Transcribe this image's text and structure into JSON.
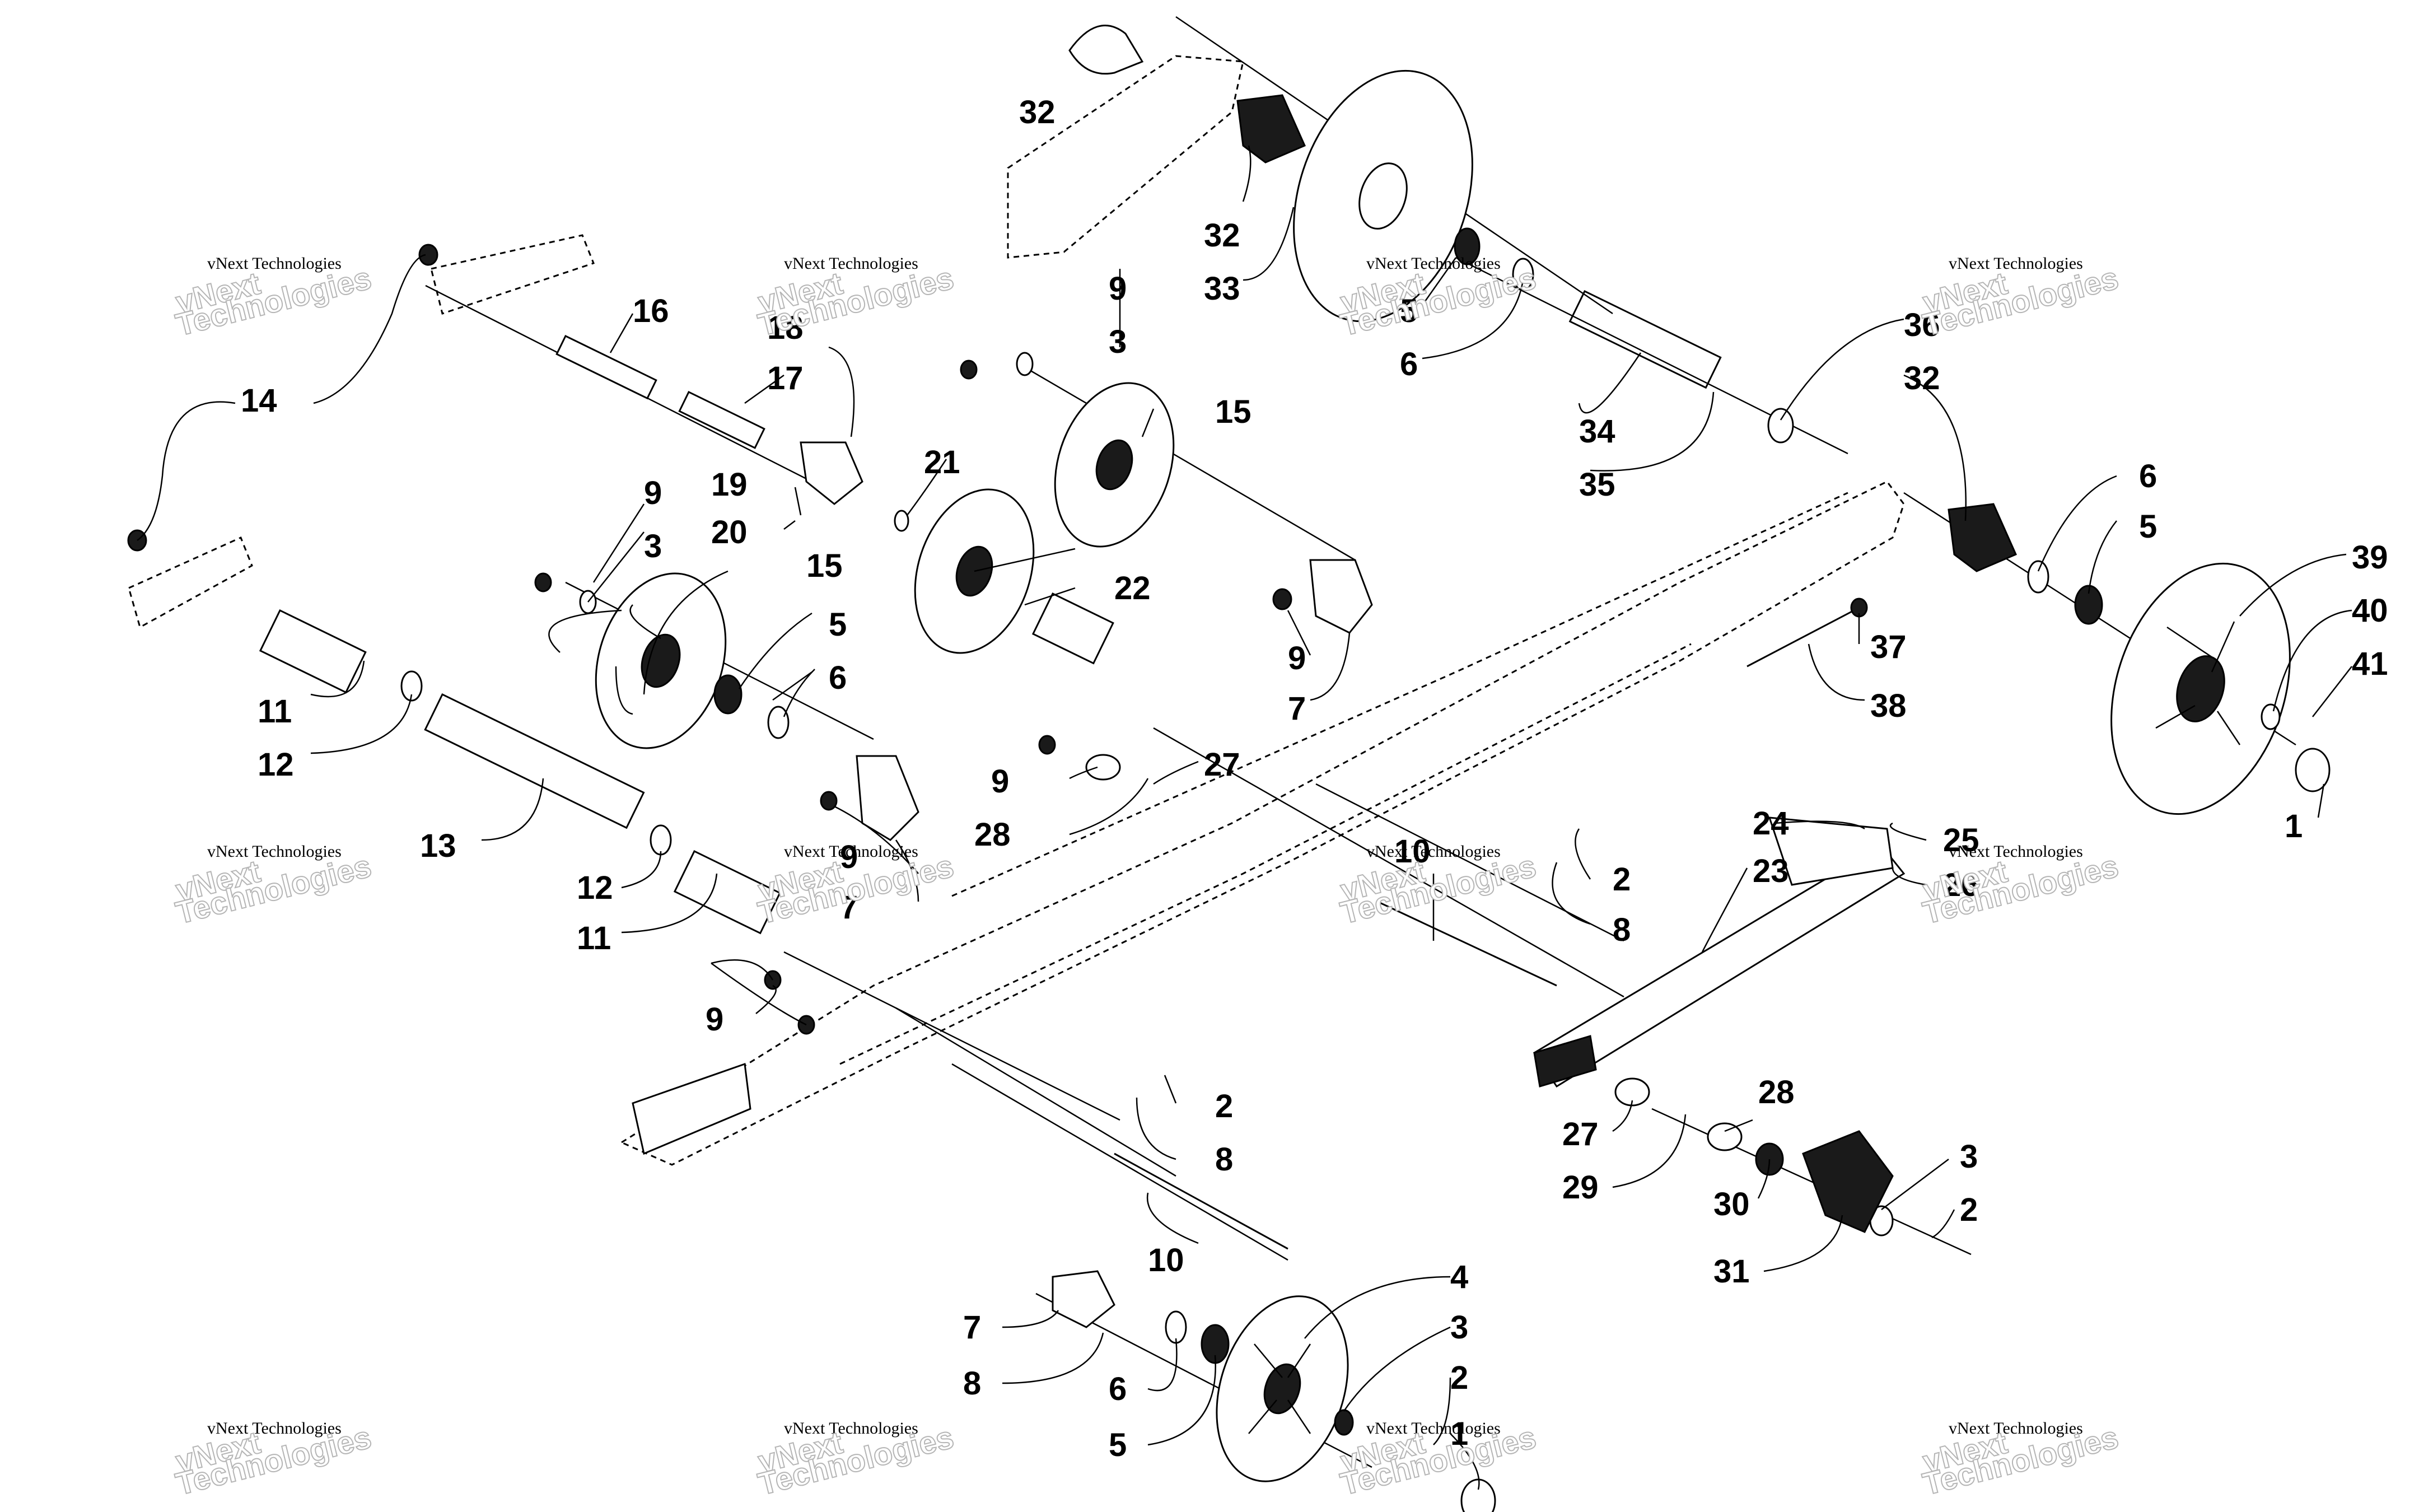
{
  "watermark": {
    "line1": "vNext Technologies",
    "line2a": "vNext",
    "line2b": "Technologies"
  },
  "callouts": [
    "32",
    "32",
    "33",
    "5",
    "6",
    "9",
    "3",
    "15",
    "16",
    "17",
    "18",
    "19",
    "20",
    "21",
    "14",
    "9",
    "3",
    "15",
    "5",
    "6",
    "22",
    "11",
    "12",
    "13",
    "12",
    "11",
    "36",
    "32",
    "34",
    "35",
    "6",
    "5",
    "39",
    "40",
    "41",
    "1",
    "37",
    "38",
    "9",
    "7",
    "9",
    "28",
    "27",
    "9",
    "7",
    "10",
    "2",
    "8",
    "24",
    "23",
    "25",
    "26",
    "9",
    "2",
    "8",
    "10",
    "27",
    "29",
    "28",
    "30",
    "31",
    "3",
    "2",
    "4",
    "3",
    "2",
    "1",
    "7",
    "8",
    "6",
    "5"
  ],
  "colors": {
    "ink": "#000000",
    "paper": "#ffffff",
    "watermark": "#b5b5b5"
  }
}
